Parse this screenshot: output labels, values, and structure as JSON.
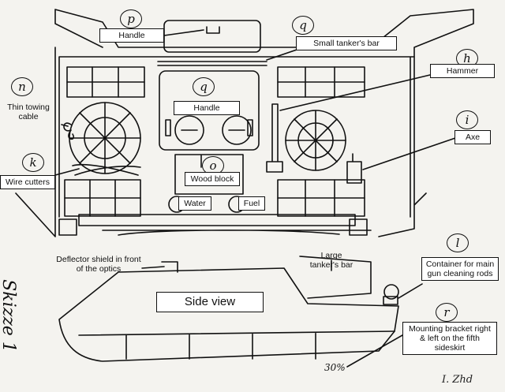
{
  "labels": {
    "handle_top": "Handle",
    "small_tanker_bar": "Small tanker's bar",
    "hammer": "Hammer",
    "thin_towing_cable": "Thin towing cable",
    "handle_mid": "Handle",
    "axe": "Axe",
    "wire_cutters": "Wire cutters",
    "wood_block": "Wood block",
    "water": "Water",
    "fuel": "Fuel",
    "deflector_shield": "Deflector shield in front of the optics",
    "large_tanker_bar": "Large tanker's bar",
    "container": "Container for main gun cleaning rods",
    "side_view": "Side view",
    "mounting_bracket": "Mounting bracket right & left on the fifth sideskirt"
  },
  "letters": {
    "p": "p",
    "q1": "q",
    "q2": "q",
    "h": "h",
    "n": "n",
    "i": "i",
    "k": "k",
    "o": "o",
    "l": "l",
    "r": "r"
  },
  "side_title": "Skizze 1",
  "number_mark": "30%",
  "signature": "I. Zhd"
}
